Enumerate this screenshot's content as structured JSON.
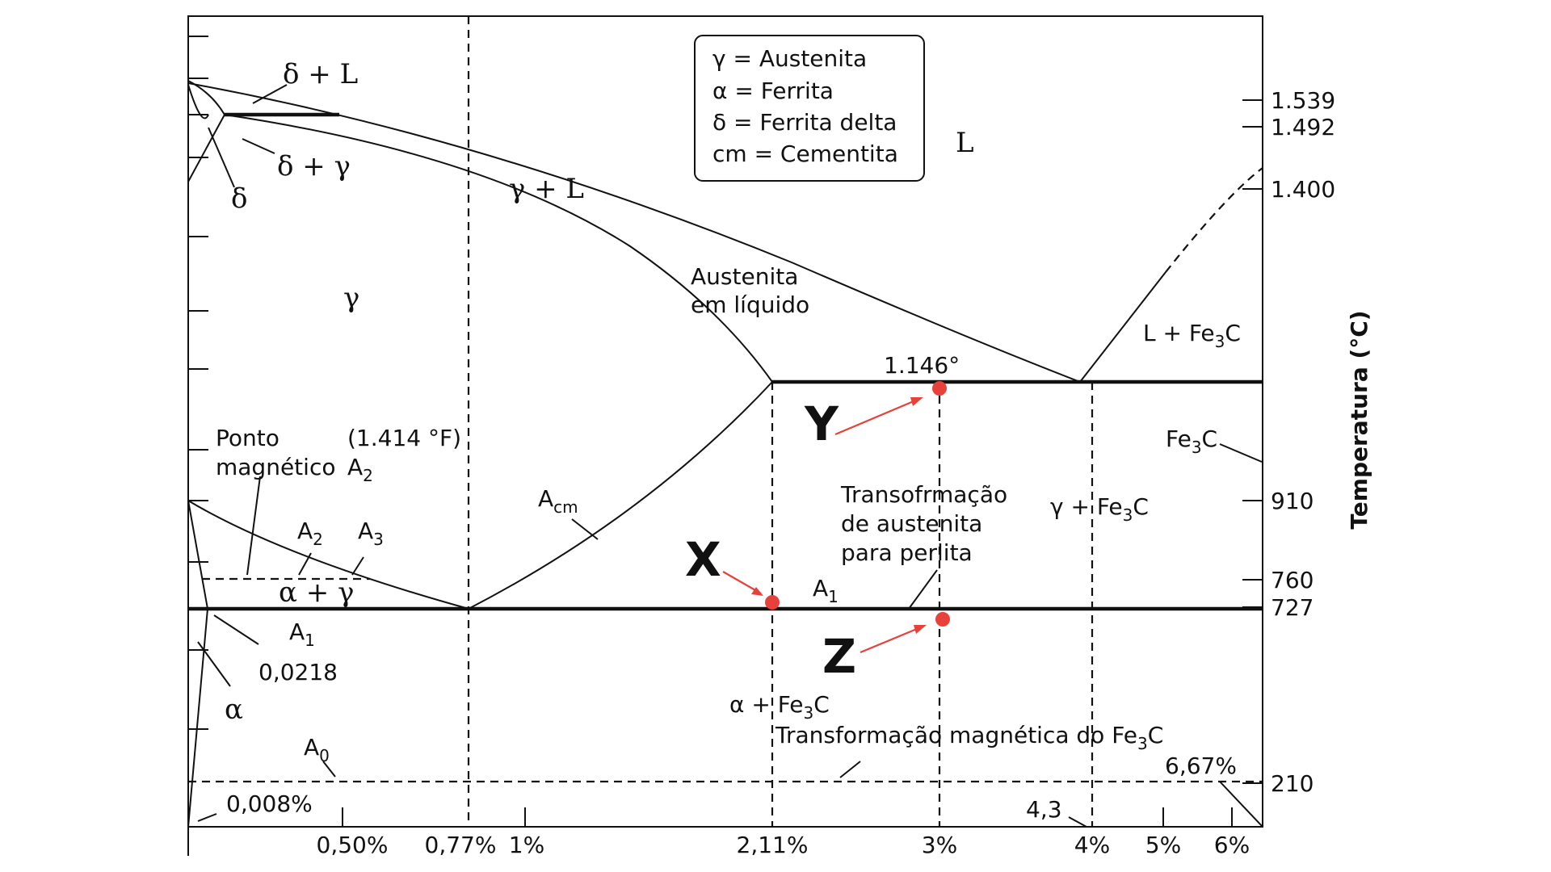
{
  "legend": {
    "lines": [
      "γ = Austenita",
      "α = Ferrita",
      "δ = Ferrita delta",
      "cm = Cementita"
    ]
  },
  "axis": {
    "y_title": "Temperatura (°C)",
    "y_ticks": [
      "1.539",
      "1.492",
      "1.400",
      "910",
      "760",
      "727",
      "210"
    ],
    "x_ticks": [
      "0,50%",
      "0,77%",
      "1%",
      "2,11%",
      "3%",
      "4%",
      "5%",
      "6%"
    ]
  },
  "regions": {
    "delta_L": "δ + L",
    "delta_gamma": "δ + γ",
    "delta": "δ",
    "gamma_L": "γ + L",
    "L": "L",
    "gamma": "γ",
    "austenita_liquido_1": "Austenita",
    "austenita_liquido_2": "em líquido",
    "L_Fe3C": "L + Fe",
    "Fe3C": "Fe",
    "gamma_Fe3C": "γ + Fe",
    "alpha_gamma": "α + γ",
    "alpha": "α",
    "alpha_Fe3C": "α + Fe",
    "sub3": "3",
    "C": "C"
  },
  "annotations": {
    "eutectic_temp": "1.146°",
    "ponto": "Ponto",
    "magnetico": "magnético",
    "f_temp": "(1.414 °F)",
    "A": "A",
    "sub2": "2",
    "sub3": "3",
    "sub1": "1",
    "sub0": "0",
    "subcm": "cm",
    "transf_1": "Transofrmação",
    "transf_2": "de austenita",
    "transf_3": "para perlita",
    "transf_mag": "Transformação magnética do Fe",
    "c_0218": "0,0218",
    "c_008": "0,008%",
    "c_43": "4,3",
    "c_667": "6,67%"
  },
  "points": {
    "X": "X",
    "Y": "Y",
    "Z": "Z",
    "color": "#e8403a"
  }
}
